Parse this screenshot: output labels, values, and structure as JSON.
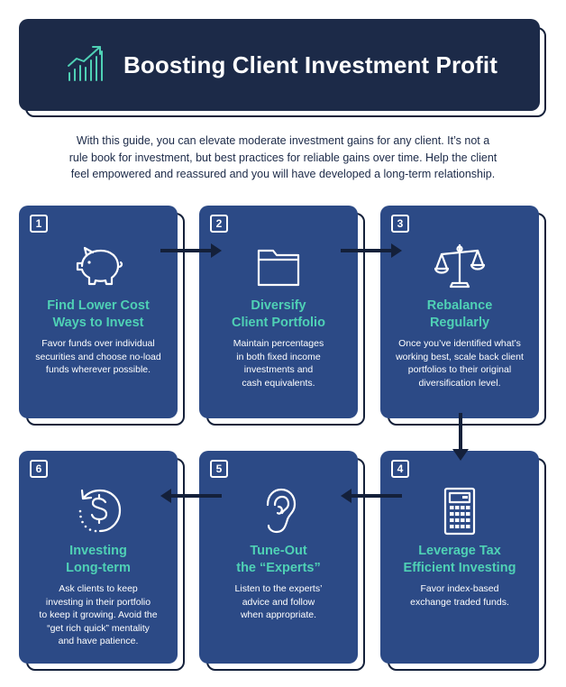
{
  "header": {
    "title": "Boosting Client Investment Profit",
    "icon": "growth-chart-icon"
  },
  "intro": {
    "lines": [
      "With this guide, you can elevate moderate investment gains for any client. It’s not a",
      "rule book for investment, but best practices for reliable gains over time. Help the client",
      "feel empowered and reassured and you will have developed a long-term relationship."
    ]
  },
  "steps": [
    {
      "number": "1",
      "icon": "piggy-bank-icon",
      "title": [
        "Find Lower Cost",
        "Ways to Invest"
      ],
      "text": [
        "Favor funds over individual",
        "securities and choose no-load",
        "funds wherever possible."
      ]
    },
    {
      "number": "2",
      "icon": "folder-icon",
      "title": [
        "Diversify",
        "Client Portfolio"
      ],
      "text": [
        "Maintain percentages",
        "in both fixed income",
        "investments and",
        "cash equivalents."
      ]
    },
    {
      "number": "3",
      "icon": "balance-scale-icon",
      "title": [
        "Rebalance",
        "Regularly"
      ],
      "text": [
        "Once you’ve identified what’s",
        "working best, scale back client",
        "portfolios to their original",
        "diversification level."
      ]
    },
    {
      "number": "4",
      "icon": "calculator-icon",
      "title": [
        "Leverage Tax",
        "Efficient Investing"
      ],
      "text": [
        "Favor index-based",
        "exchange traded funds."
      ]
    },
    {
      "number": "5",
      "icon": "ear-icon",
      "title": [
        "Tune-Out",
        "the “Experts”"
      ],
      "text": [
        "Listen to the experts’",
        "advice and follow",
        "when appropriate."
      ]
    },
    {
      "number": "6",
      "icon": "dollar-cycle-icon",
      "title": [
        "Investing",
        "Long-term"
      ],
      "text": [
        "Ask clients to keep",
        "investing in their portfolio",
        "to keep it growing. Avoid the",
        "“get rich quick” mentality",
        "and have patience."
      ]
    }
  ],
  "colors": {
    "navy": "#1c2a48",
    "card_blue": "#2c4a86",
    "accent_teal": "#4fd1b5",
    "white": "#ffffff"
  }
}
